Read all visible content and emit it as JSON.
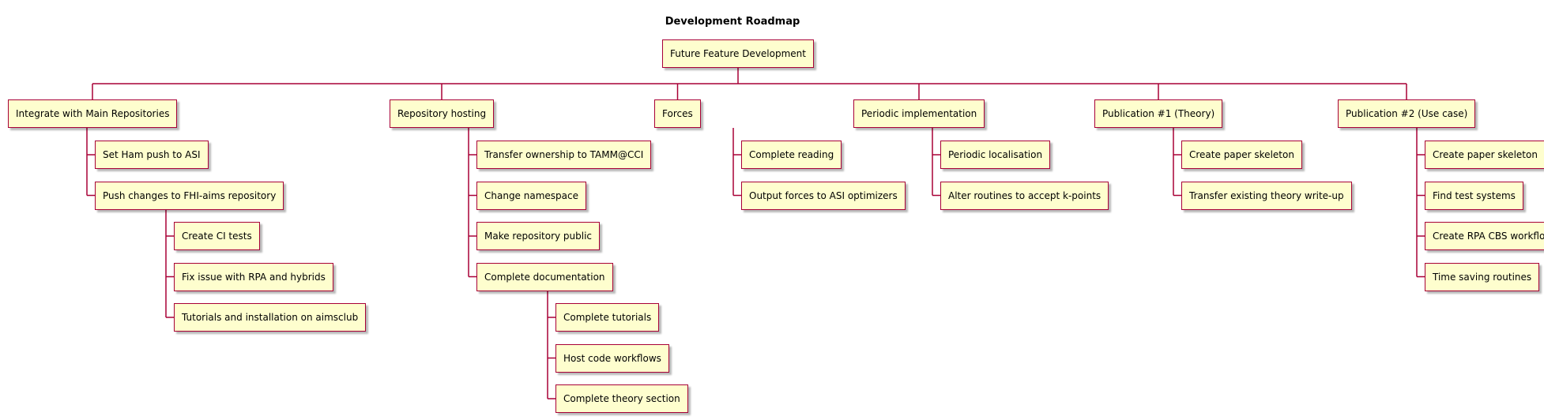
{
  "title": "Development Roadmap",
  "root": "Future Feature Development",
  "branches": [
    {
      "label": "Integrate with Main Repositories",
      "children": [
        {
          "label": "Set Ham push to ASI"
        },
        {
          "label": "Push changes to FHI-aims repository",
          "children": [
            {
              "label": "Create CI tests"
            },
            {
              "label": "Fix issue with RPA and hybrids"
            },
            {
              "label": "Tutorials and installation on aimsclub"
            }
          ]
        }
      ]
    },
    {
      "label": "Repository hosting",
      "children": [
        {
          "label": "Transfer ownership to TAMM@CCI"
        },
        {
          "label": "Change namespace"
        },
        {
          "label": "Make repository public"
        },
        {
          "label": "Complete documentation",
          "children": [
            {
              "label": "Complete tutorials"
            },
            {
              "label": "Host code workflows"
            },
            {
              "label": "Complete theory section"
            }
          ]
        }
      ]
    },
    {
      "label": "Forces",
      "children": [
        {
          "label": "Complete reading"
        },
        {
          "label": "Output forces to ASI optimizers"
        }
      ]
    },
    {
      "label": "Periodic implementation",
      "children": [
        {
          "label": "Periodic localisation"
        },
        {
          "label": "Alter routines to accept k-points"
        }
      ]
    },
    {
      "label": "Publication #1 (Theory)",
      "children": [
        {
          "label": "Create paper skeleton"
        },
        {
          "label": "Transfer existing theory write-up"
        }
      ]
    },
    {
      "label": "Publication #2 (Use case)",
      "children": [
        {
          "label": "Create paper skeleton"
        },
        {
          "label": "Find test systems"
        },
        {
          "label": "Create RPA CBS workflow"
        },
        {
          "label": "Time saving routines"
        }
      ]
    }
  ]
}
